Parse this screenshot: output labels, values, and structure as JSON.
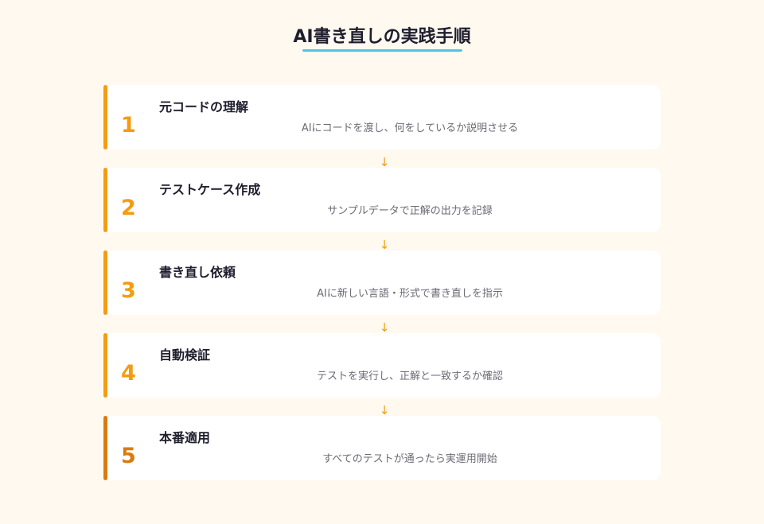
{
  "title": "AI書き直しの実践手順",
  "colors": {
    "background": "#fff9f0",
    "card": "#ffffff",
    "accent": "#f39c12",
    "accent_final": "#d97b0c",
    "underline": "#4fc3e8",
    "heading_text": "#1e1e2e",
    "desc_text": "#6b6b75"
  },
  "steps": [
    {
      "number": "1",
      "heading": "元コードの理解",
      "description": "AIにコードを渡し、何をしているか説明させる"
    },
    {
      "number": "2",
      "heading": "テストケース作成",
      "description": "サンプルデータで正解の出力を記録"
    },
    {
      "number": "3",
      "heading": "書き直し依頼",
      "description": "AIに新しい言語・形式で書き直しを指示"
    },
    {
      "number": "4",
      "heading": "自動検証",
      "description": "テストを実行し、正解と一致するか確認"
    },
    {
      "number": "5",
      "heading": "本番適用",
      "description": "すべてのテストが通ったら実運用開始"
    }
  ],
  "connector_icon": "↓"
}
